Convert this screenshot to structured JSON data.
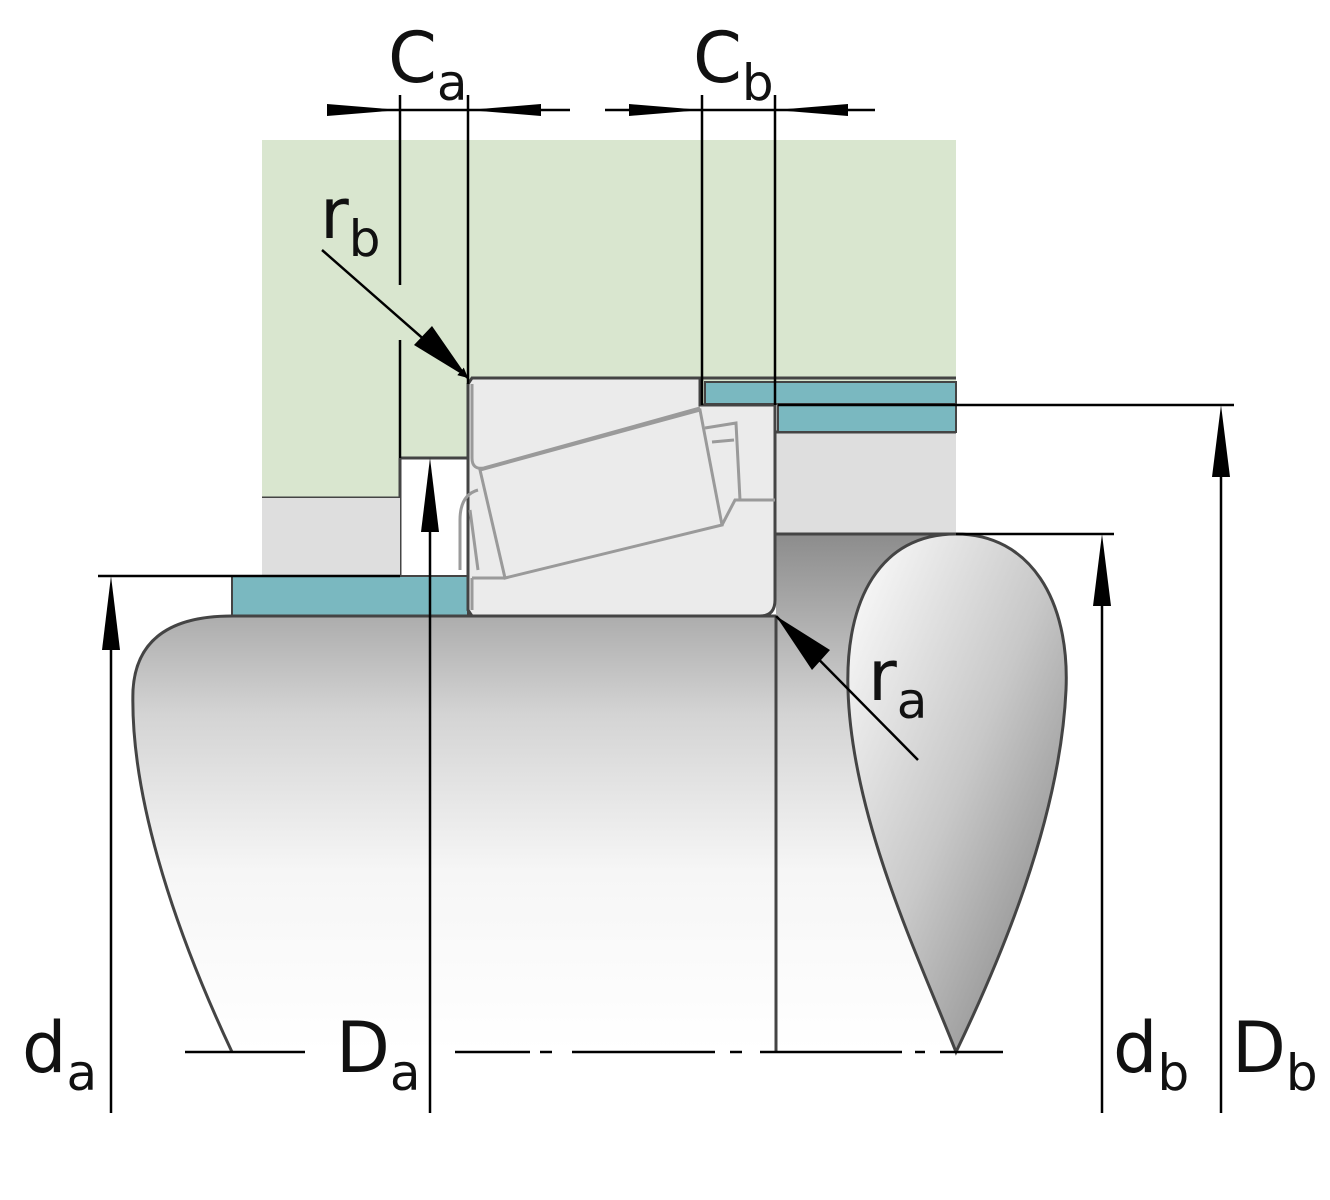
{
  "labels": {
    "Ca": {
      "main": "C",
      "sub": "a"
    },
    "Cb": {
      "main": "C",
      "sub": "b"
    },
    "rb": {
      "main": "r",
      "sub": "b"
    },
    "ra": {
      "main": "r",
      "sub": "a"
    },
    "da": {
      "main": "d",
      "sub": "a"
    },
    "Da": {
      "main": "D",
      "sub": "a"
    },
    "db": {
      "main": "d",
      "sub": "b"
    },
    "Db": {
      "main": "D",
      "sub": "b"
    }
  },
  "colors": {
    "housing": "#d9e6cf",
    "spacer": "#7ab8c0",
    "shoulder": "#dedede",
    "bearing": "#ebebeb",
    "outline": "#444444",
    "dimension": "#000000"
  }
}
